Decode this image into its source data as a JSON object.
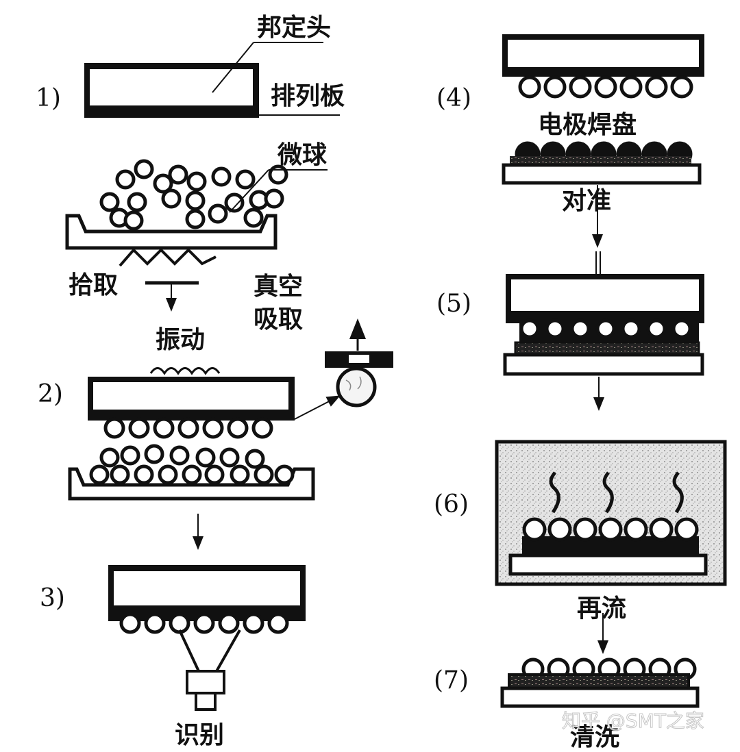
{
  "title": "Micro-ball placement and reflow bonding process",
  "steps": {
    "s1": "1)",
    "s2": "2)",
    "s3": "3)",
    "s4": "(4)",
    "s5": "(5)",
    "s6": "(6)",
    "s7": "(7)"
  },
  "labels": {
    "bond_head": "邦定头",
    "array_plate": "排列板",
    "micro_balls": "微球",
    "pick_up": "拾取",
    "vacuum_line1": "真空",
    "vacuum_line2": "吸取",
    "vibration": "振动",
    "recognition": "识别",
    "electrode_pad": "电极焊盘",
    "alignment": "对准",
    "reflow": "再流",
    "cleaning": "清洗"
  },
  "watermark": "知乎 @SMT之家",
  "colors": {
    "ink": "#111111",
    "background": "#ffffff",
    "oven": "#d8d8d8"
  }
}
